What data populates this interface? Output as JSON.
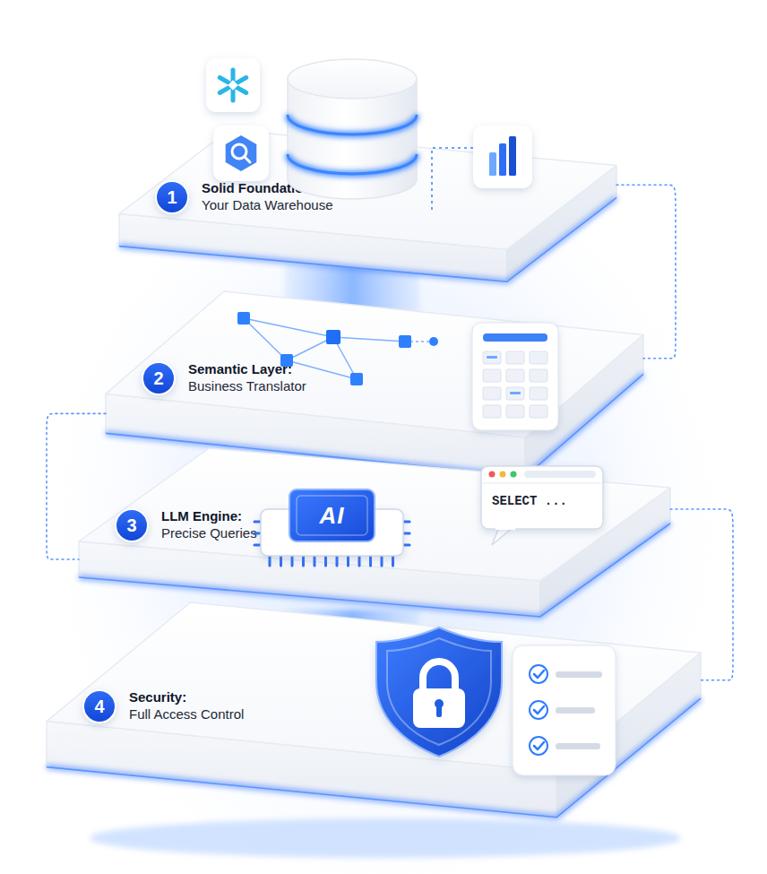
{
  "diagram": {
    "nodes": [
      {
        "text": [
          "Solid Foundation:",
          "Your Data Warehouse"
        ]
      },
      {
        "text": [
          "1"
        ],
        "in": 0
      },
      {
        "text": [
          "Semantic Layer:",
          "Business Translator"
        ]
      },
      {
        "text": [
          "2"
        ],
        "in": 2
      },
      {
        "text": [
          "LLM Engine:",
          "Precise Queries"
        ]
      },
      {
        "text": [
          "3"
        ],
        "in": 4
      },
      {
        "text": [
          "AI"
        ],
        "in": 4
      },
      {
        "text": [
          "SELECT ..."
        ],
        "in": 4
      },
      {
        "text": [
          "Security:",
          "Full Access Control"
        ]
      },
      {
        "text": [
          "4"
        ],
        "in": 8
      }
    ],
    "edges": [
      {
        "from": 0,
        "to": 2,
        "arrow": "none"
      },
      {
        "from": 2,
        "to": 4,
        "arrow": "none"
      },
      {
        "from": 4,
        "to": 8,
        "arrow": "none"
      }
    ]
  }
}
